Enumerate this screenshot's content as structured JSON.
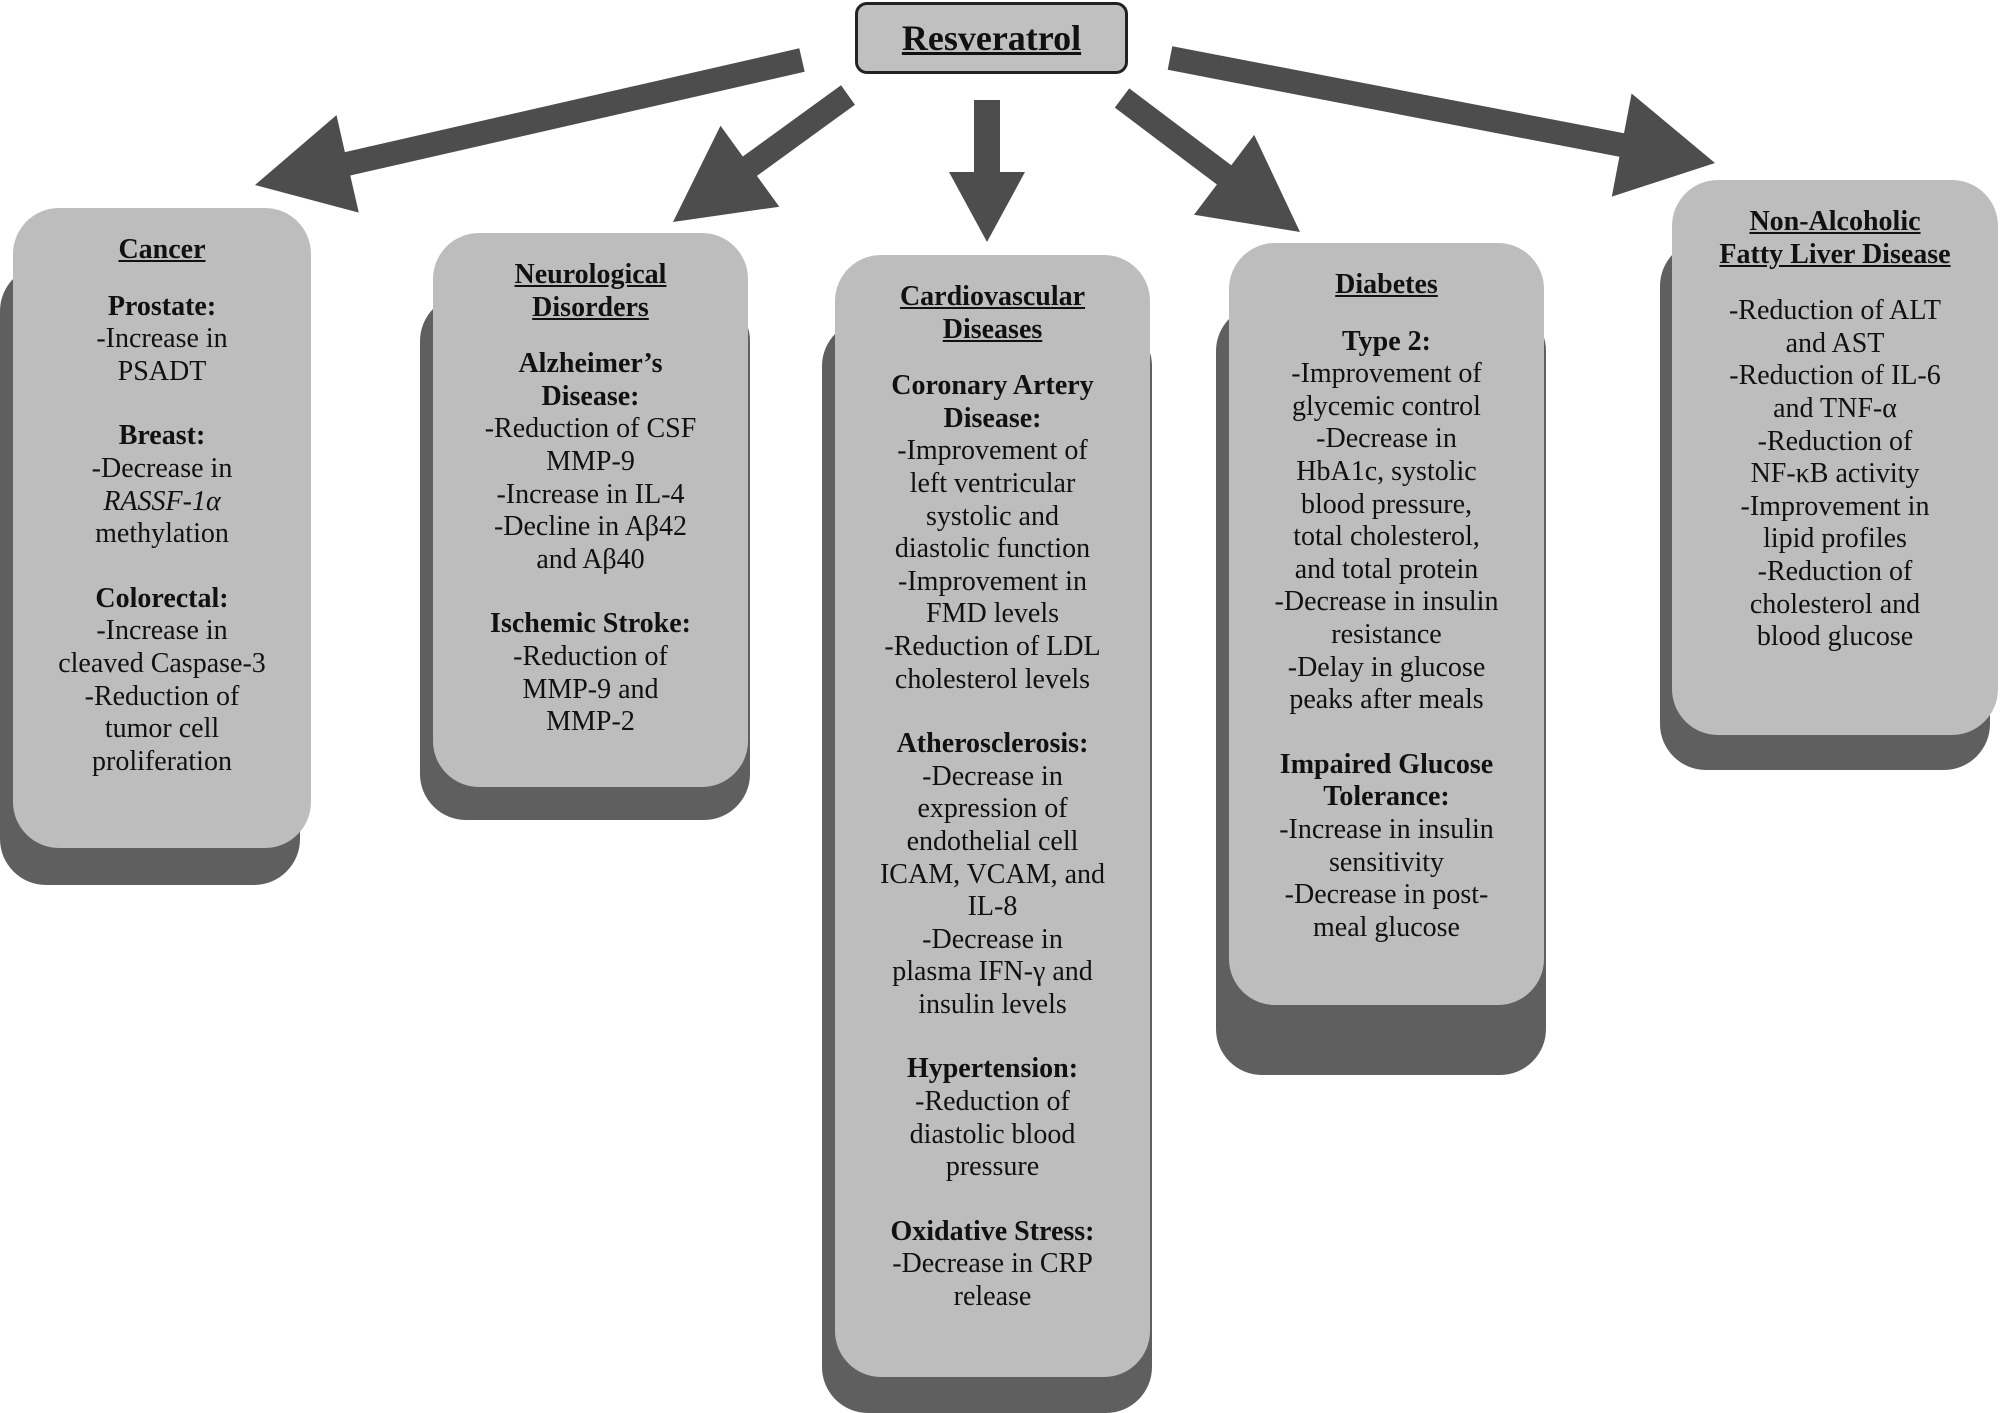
{
  "root": {
    "label": "Resveratrol"
  },
  "colors": {
    "card_fill": "#bdbdbd",
    "card_shadow": "#5f5f5f",
    "arrow": "#4d4d4d",
    "root_fill": "#c0c0c0"
  },
  "cards": [
    {
      "id": "cancer",
      "title": [
        "Cancer"
      ],
      "sections": [
        {
          "heading": "Prostate:",
          "items": [
            "-Increase in",
            "PSADT"
          ]
        },
        {
          "heading": "Breast:",
          "items": [
            "-Decrease in",
            "RASSF-1α",
            "methylation"
          ]
        },
        {
          "heading": "Colorectal:",
          "items": [
            "-Increase in",
            "cleaved Caspase-3",
            "-Reduction of",
            "tumor cell",
            "proliferation"
          ]
        }
      ]
    },
    {
      "id": "neuro",
      "title": [
        "Neurological",
        "Disorders"
      ],
      "sections": [
        {
          "heading": "Alzheimer’s\nDisease:",
          "items": [
            "-Reduction of CSF",
            "MMP-9",
            "-Increase in IL-4",
            "-Decline in Aβ42",
            "and Aβ40"
          ]
        },
        {
          "heading": "Ischemic Stroke:",
          "items": [
            "-Reduction of",
            "MMP-9 and",
            "MMP-2"
          ]
        }
      ]
    },
    {
      "id": "cardio",
      "title": [
        "Cardiovascular",
        "Diseases"
      ],
      "sections": [
        {
          "heading": "Coronary Artery\nDisease:",
          "items": [
            "-Improvement of",
            "left ventricular",
            "systolic and",
            "diastolic function",
            "-Improvement in",
            "FMD levels",
            "-Reduction of LDL",
            "cholesterol levels"
          ]
        },
        {
          "heading": "Atherosclerosis:",
          "items": [
            "-Decrease in",
            "expression of",
            "endothelial cell",
            "ICAM, VCAM, and",
            "IL-8",
            "-Decrease in",
            "plasma IFN-γ and",
            "insulin levels"
          ]
        },
        {
          "heading": "Hypertension:",
          "items": [
            "-Reduction of",
            "diastolic blood",
            "pressure"
          ]
        },
        {
          "heading": "Oxidative Stress:",
          "items": [
            "-Decrease in CRP",
            "release"
          ]
        }
      ]
    },
    {
      "id": "diabetes",
      "title": [
        "Diabetes"
      ],
      "sections": [
        {
          "heading": "Type 2:",
          "items": [
            "-Improvement of",
            "glycemic control",
            "-Decrease in",
            "HbA1c, systolic",
            "blood pressure,",
            "total cholesterol,",
            "and total protein",
            "-Decrease in insulin",
            "resistance",
            "-Delay in glucose",
            "peaks after meals"
          ]
        },
        {
          "heading": "Impaired Glucose\nTolerance:",
          "items": [
            "-Increase in insulin",
            "sensitivity",
            "-Decrease in post-",
            "meal glucose"
          ]
        }
      ]
    },
    {
      "id": "nafld",
      "title": [
        "Non-Alcoholic",
        "Fatty Liver Disease"
      ],
      "sections": [
        {
          "heading": "",
          "items": [
            "-Reduction of ALT",
            "and AST",
            "-Reduction of IL-6",
            "and TNF-α",
            "-Reduction of",
            "NF-κB activity",
            "-Improvement in",
            "lipid profiles",
            "-Reduction of",
            "cholesterol and",
            "blood glucose"
          ]
        }
      ]
    }
  ]
}
